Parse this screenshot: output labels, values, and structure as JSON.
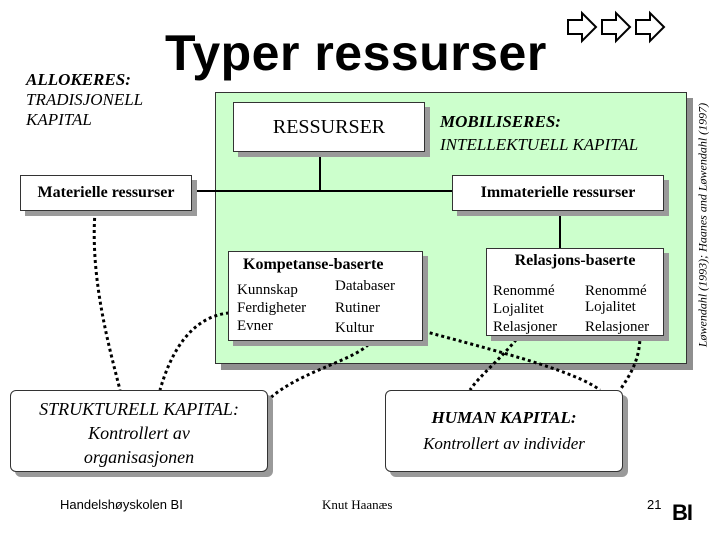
{
  "title": "Typer ressurser",
  "allokeres": {
    "heading": "ALLOKERES:",
    "line1": "TRADISJONELL",
    "line2": "KAPITAL"
  },
  "center_box": "RESSURSER",
  "mobiliseres": {
    "heading": "MOBILISERES:",
    "line1": "INTELLEKTUELL KAPITAL"
  },
  "materielle": "Materielle ressurser",
  "immaterielle": "Immaterielle ressurser",
  "kompetanse": {
    "heading": "Kompetanse-baserte",
    "rows": [
      [
        "Kunnskap",
        "Databaser"
      ],
      [
        "Ferdigheter",
        "Rutiner"
      ],
      [
        "Evner",
        "Kultur"
      ]
    ]
  },
  "relasjons": {
    "heading": "Relasjons-baserte",
    "rows": [
      [
        "Renommé",
        "Renommé"
      ],
      [
        "Lojalitet",
        "Lojalitet"
      ],
      [
        "Relasjoner",
        "Relasjoner"
      ]
    ]
  },
  "strukturell": {
    "heading": "STRUKTURELL KAPITAL:",
    "line1": "Kontrollert av",
    "line2": "organisasjonen"
  },
  "human": {
    "heading": "HUMAN KAPITAL:",
    "line1": "Kontrollert av individer"
  },
  "source_note": "Løwendahl (1993); Haanes and Løwendahl (1997)",
  "footer": {
    "left": "Handelshøyskolen BI",
    "center": "Knut Haanæs",
    "page": "21",
    "logo": "BI"
  }
}
